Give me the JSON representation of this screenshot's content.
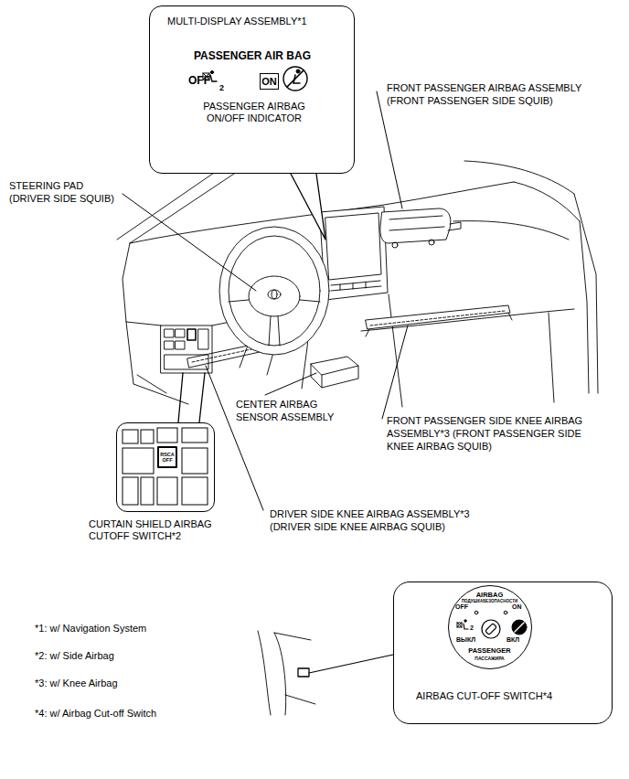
{
  "diagram": {
    "nodes": [
      {
        "text": [
          "MULTI-DISPLAY ASSEMBLY*1",
          "PASSENGER AIR BAG",
          "OFF",
          "2",
          "PASSENGER AIRBAG ON/OFF INDICATOR"
        ]
      },
      {
        "text": [
          "ON"
        ],
        "in": 0
      },
      {
        "text": [
          "CURTAIN SHIELD AIRBAG CUTOFF SWITCH*2"
        ]
      },
      {
        "text": [
          "RSCA OFF"
        ],
        "in": 2
      },
      {
        "text": [
          "AIRBAG CUT-OFF SWITCH*4"
        ]
      },
      {
        "text": [
          "AIRBAG",
          "ПОДУШКАБЕЗОПАСНОСТИ",
          "OFF",
          "ON",
          "2",
          "ВЫКЛ",
          "ВКЛ",
          "PASSENGER",
          "ПАССАЖИРА"
        ],
        "in": 4
      }
    ],
    "labels": [
      "FRONT PASSENGER AIRBAG ASSEMBLY (FRONT PASSENGER SIDE SQUIB)",
      "STEERING PAD (DRIVER SIDE SQUIB)",
      "CENTER AIRBAG SENSOR ASSEMBLY",
      "FRONT PASSENGER SIDE KNEE AIRBAG ASSEMBLY*3 (FRONT PASSENGER SIDE KNEE AIRBAG SQUIB)",
      "DRIVER SIDE KNEE AIRBAG ASSEMBLY*3 (DRIVER SIDE KNEE AIRBAG SQUIB)",
      "*1: w/ Navigation System",
      "*2: w/ Side Airbag",
      "*3: w/ Knee Airbag",
      "*4: w/ Airbag Cut-off Switch"
    ]
  }
}
